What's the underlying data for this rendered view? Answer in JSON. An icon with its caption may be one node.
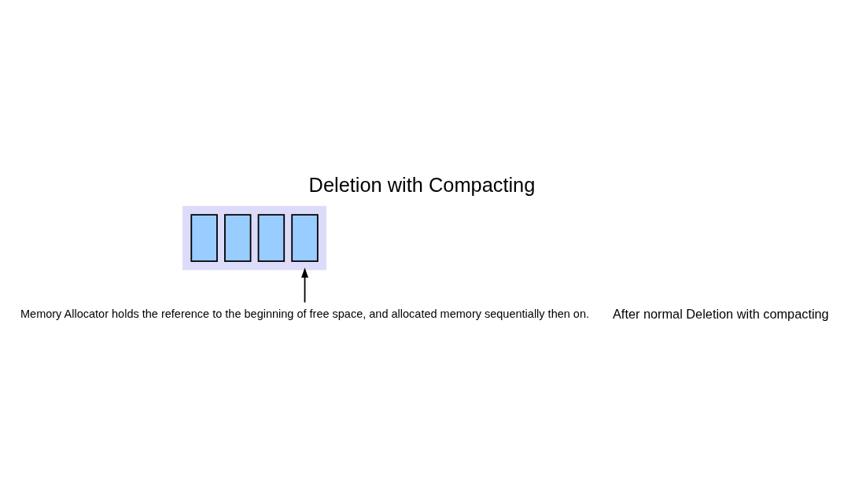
{
  "diagram": {
    "title": "Deletion with Compacting",
    "nodes": [
      {
        "text": [],
        "shape": "bar"
      },
      {
        "text": [],
        "shape": "box",
        "in": 0
      },
      {
        "text": [],
        "shape": "box",
        "in": 0
      },
      {
        "text": [],
        "shape": "box",
        "in": 0
      },
      {
        "text": [],
        "shape": "box",
        "in": 0
      },
      {
        "text": [
          "Memory Allocator holds the reference to the beginning of free space, and allocated memory sequentially then on."
        ]
      }
    ],
    "edges": [
      {
        "from": 5,
        "to": 0,
        "arrow": "to"
      }
    ],
    "labels": [
      "After normal Deletion with compacting"
    ]
  }
}
